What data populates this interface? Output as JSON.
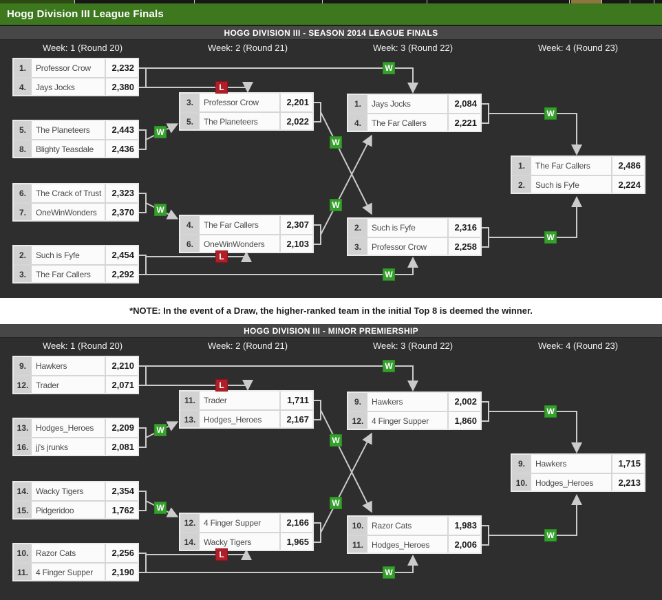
{
  "header": {
    "title": "Hogg Division III League Finals"
  },
  "note": {
    "text": "*NOTE: In the event of a Draw, the higher-ranked team in the initial Top 8 is deemed the winner."
  },
  "labels": {
    "win": "W",
    "loss": "L"
  },
  "colors": {
    "accent_green": "#3d771e",
    "bar_gray": "#474747",
    "background": "#2e2e2e",
    "win_badge": "#35a02c",
    "loss_badge": "#b01e28",
    "wire_line": "#cbcbcb",
    "box_bg": "#fbfbfb",
    "rank_bg": "#d2d2d2"
  },
  "brackets": [
    {
      "title": "HOGG DIVISION III - SEASON 2014 LEAGUE FINALS",
      "weeks": [
        "Week: 1 (Round 20)",
        "Week: 2 (Round 21)",
        "Week: 3 (Round 22)",
        "Week: 4 (Round 23)"
      ],
      "matches": {
        "r1m1": [
          {
            "rank": "1.",
            "team": "Professor Crow",
            "score": "2,232"
          },
          {
            "rank": "4.",
            "team": "Jays Jocks",
            "score": "2,380"
          }
        ],
        "r1m2": [
          {
            "rank": "5.",
            "team": "The Planeteers",
            "score": "2,443"
          },
          {
            "rank": "8.",
            "team": "Blighty Teasdale",
            "score": "2,436"
          }
        ],
        "r1m3": [
          {
            "rank": "6.",
            "team": "The Crack of Trust",
            "score": "2,323"
          },
          {
            "rank": "7.",
            "team": "OneWinWonders",
            "score": "2,370"
          }
        ],
        "r1m4": [
          {
            "rank": "2.",
            "team": "Such is Fyfe",
            "score": "2,454"
          },
          {
            "rank": "3.",
            "team": "The Far Callers",
            "score": "2,292"
          }
        ],
        "w2m1": [
          {
            "rank": "3.",
            "team": "Professor Crow",
            "score": "2,201"
          },
          {
            "rank": "5.",
            "team": "The Planeteers",
            "score": "2,022"
          }
        ],
        "w2m2": [
          {
            "rank": "4.",
            "team": "The Far Callers",
            "score": "2,307"
          },
          {
            "rank": "6.",
            "team": "OneWinWonders",
            "score": "2,103"
          }
        ],
        "w3m1": [
          {
            "rank": "1.",
            "team": "Jays Jocks",
            "score": "2,084"
          },
          {
            "rank": "4.",
            "team": "The Far Callers",
            "score": "2,221"
          }
        ],
        "w3m2": [
          {
            "rank": "2.",
            "team": "Such is Fyfe",
            "score": "2,316"
          },
          {
            "rank": "3.",
            "team": "Professor Crow",
            "score": "2,258"
          }
        ],
        "w4m1": [
          {
            "rank": "1.",
            "team": "The Far Callers",
            "score": "2,486"
          },
          {
            "rank": "2.",
            "team": "Such is Fyfe",
            "score": "2,224"
          }
        ]
      }
    },
    {
      "title": "HOGG DIVISION III - MINOR PREMIERSHIP",
      "weeks": [
        "Week: 1 (Round 20)",
        "Week: 2 (Round 21)",
        "Week: 3 (Round 22)",
        "Week: 4 (Round 23)"
      ],
      "matches": {
        "r1m1": [
          {
            "rank": "9.",
            "team": "Hawkers",
            "score": "2,210"
          },
          {
            "rank": "12.",
            "team": "Trader",
            "score": "2,071"
          }
        ],
        "r1m2": [
          {
            "rank": "13.",
            "team": "Hodges_Heroes",
            "score": "2,209"
          },
          {
            "rank": "16.",
            "team": "jj's jrunks",
            "score": "2,081"
          }
        ],
        "r1m3": [
          {
            "rank": "14.",
            "team": "Wacky Tigers",
            "score": "2,354"
          },
          {
            "rank": "15.",
            "team": "Pidgeridoo",
            "score": "1,762"
          }
        ],
        "r1m4": [
          {
            "rank": "10.",
            "team": "Razor Cats",
            "score": "2,256"
          },
          {
            "rank": "11.",
            "team": "4 Finger Supper",
            "score": "2,190"
          }
        ],
        "w2m1": [
          {
            "rank": "11.",
            "team": "Trader",
            "score": "1,711"
          },
          {
            "rank": "13.",
            "team": "Hodges_Heroes",
            "score": "2,167"
          }
        ],
        "w2m2": [
          {
            "rank": "12.",
            "team": "4 Finger Supper",
            "score": "2,166"
          },
          {
            "rank": "14.",
            "team": "Wacky Tigers",
            "score": "1,965"
          }
        ],
        "w3m1": [
          {
            "rank": "9.",
            "team": "Hawkers",
            "score": "2,002"
          },
          {
            "rank": "12.",
            "team": "4 Finger Supper",
            "score": "1,860"
          }
        ],
        "w3m2": [
          {
            "rank": "10.",
            "team": "Razor Cats",
            "score": "1,983"
          },
          {
            "rank": "11.",
            "team": "Hodges_Heroes",
            "score": "2,006"
          }
        ],
        "w4m1": [
          {
            "rank": "9.",
            "team": "Hawkers",
            "score": "1,715"
          },
          {
            "rank": "10.",
            "team": "Hodges_Heroes",
            "score": "2,213"
          }
        ]
      }
    }
  ]
}
